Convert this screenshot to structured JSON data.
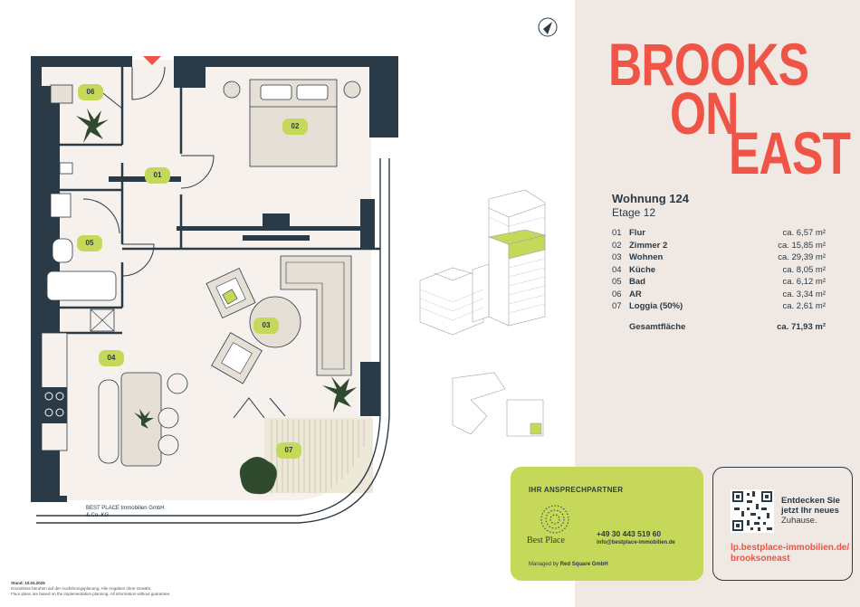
{
  "brand": {
    "line1": "BROOKS",
    "line2a": "ON",
    "line2b": "EAST"
  },
  "unit": {
    "title": "Wohnung 124",
    "floor": "Etage 12"
  },
  "rooms": [
    {
      "num": "01",
      "name": "Flur",
      "area": "ca. 6,57 m²"
    },
    {
      "num": "02",
      "name": "Zimmer 2",
      "area": "ca. 15,85 m²"
    },
    {
      "num": "03",
      "name": "Wohnen",
      "area": "ca. 29,39 m²"
    },
    {
      "num": "04",
      "name": "Küche",
      "area": "ca. 8,05 m²"
    },
    {
      "num": "05",
      "name": "Bad",
      "area": "ca. 6,12 m²"
    },
    {
      "num": "06",
      "name": "AR",
      "area": "ca. 3,34 m²"
    },
    {
      "num": "07",
      "name": "Loggia (50%)",
      "area": "ca. 2,61 m²"
    }
  ],
  "total": {
    "name": "Gesamtfläche",
    "area": "ca. 71,93 m²"
  },
  "plan_labels": {
    "r01": "01",
    "r02": "02",
    "r03": "03",
    "r04": "04",
    "r05": "05",
    "r06": "06",
    "r07": "07"
  },
  "contact": {
    "heading": "IHR ANSPRECHPARTNER",
    "company": "BEST PLACE Immobilien GmbH & Co. KG",
    "phone": "+49 30 443 519 60",
    "email": "info@bestplace-immobilien.de",
    "managed_prefix": "Managed by",
    "managed_by": "Red Square GmbH",
    "logo_text": "Best Place"
  },
  "qr": {
    "text_l1": "Entdecken Sie",
    "text_l2": "jetzt Ihr neues",
    "text_l3": "Zuhause.",
    "url_l1": "lp.bestplace-immobilien.de/",
    "url_l2": "brooksoneast"
  },
  "legal": {
    "stand": "Stand: 10.04.2025",
    "line1": "Grundrisse beruhen auf der Ausführungsplanung. Alle Angaben ohne Gewähr.",
    "line2": "Floor plans are based on the implementation planning. All information without guarantee."
  },
  "colors": {
    "accent": "#ef5446",
    "lime": "#c6d85a",
    "wall": "#2a3a46",
    "floor": "#f6f1ec",
    "side": "#efe8e3"
  },
  "icons": [
    "north-arrow-icon",
    "entrance-arrow-icon",
    "plant-icon",
    "qr-code-icon"
  ]
}
